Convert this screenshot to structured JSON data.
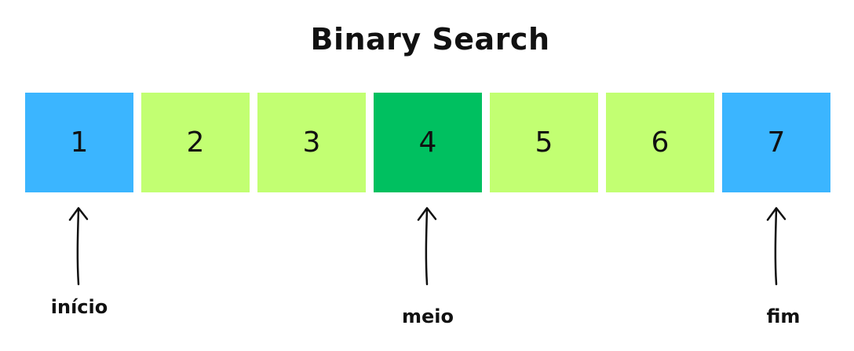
{
  "title": "Binary Search",
  "cells": [
    {
      "value": "1",
      "state": "end"
    },
    {
      "value": "2",
      "state": "mid"
    },
    {
      "value": "3",
      "state": "mid"
    },
    {
      "value": "4",
      "state": "pivot"
    },
    {
      "value": "5",
      "state": "mid"
    },
    {
      "value": "6",
      "state": "mid"
    },
    {
      "value": "7",
      "state": "end"
    }
  ],
  "pointers": {
    "inicio": "início",
    "meio": "meio",
    "fim": "fim"
  },
  "colors": {
    "end": "#3bb5ff",
    "mid": "#c2ff72",
    "pivot": "#00c060"
  }
}
